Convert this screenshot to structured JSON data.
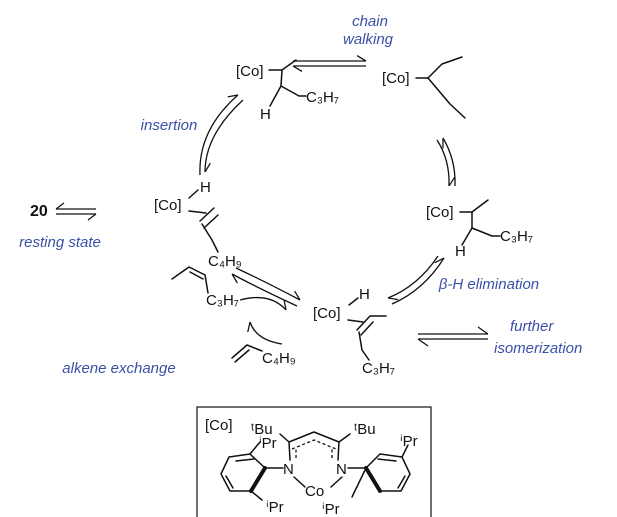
{
  "labels": {
    "chain_walking_1": "chain",
    "chain_walking_2": "walking",
    "insertion": "insertion",
    "beta_h_elimination": "β-H elimination",
    "resting_state": "resting state",
    "alkene_exchange": "alkene exchange",
    "further_isomerization_1": "further",
    "further_isomerization_2": "isomerization"
  },
  "compound_number": "20",
  "species": {
    "co": "[Co]",
    "h": "H",
    "c3h7": "C₃H₇",
    "c4h9": "C₄H₉"
  },
  "catalyst": {
    "co_label": "[Co]",
    "tbu": "ᵗBu",
    "ipr": "ⁱPr",
    "n": "N",
    "co_center": "Co"
  },
  "colors": {
    "accent": "#3a50a8",
    "ink": "#111111"
  }
}
